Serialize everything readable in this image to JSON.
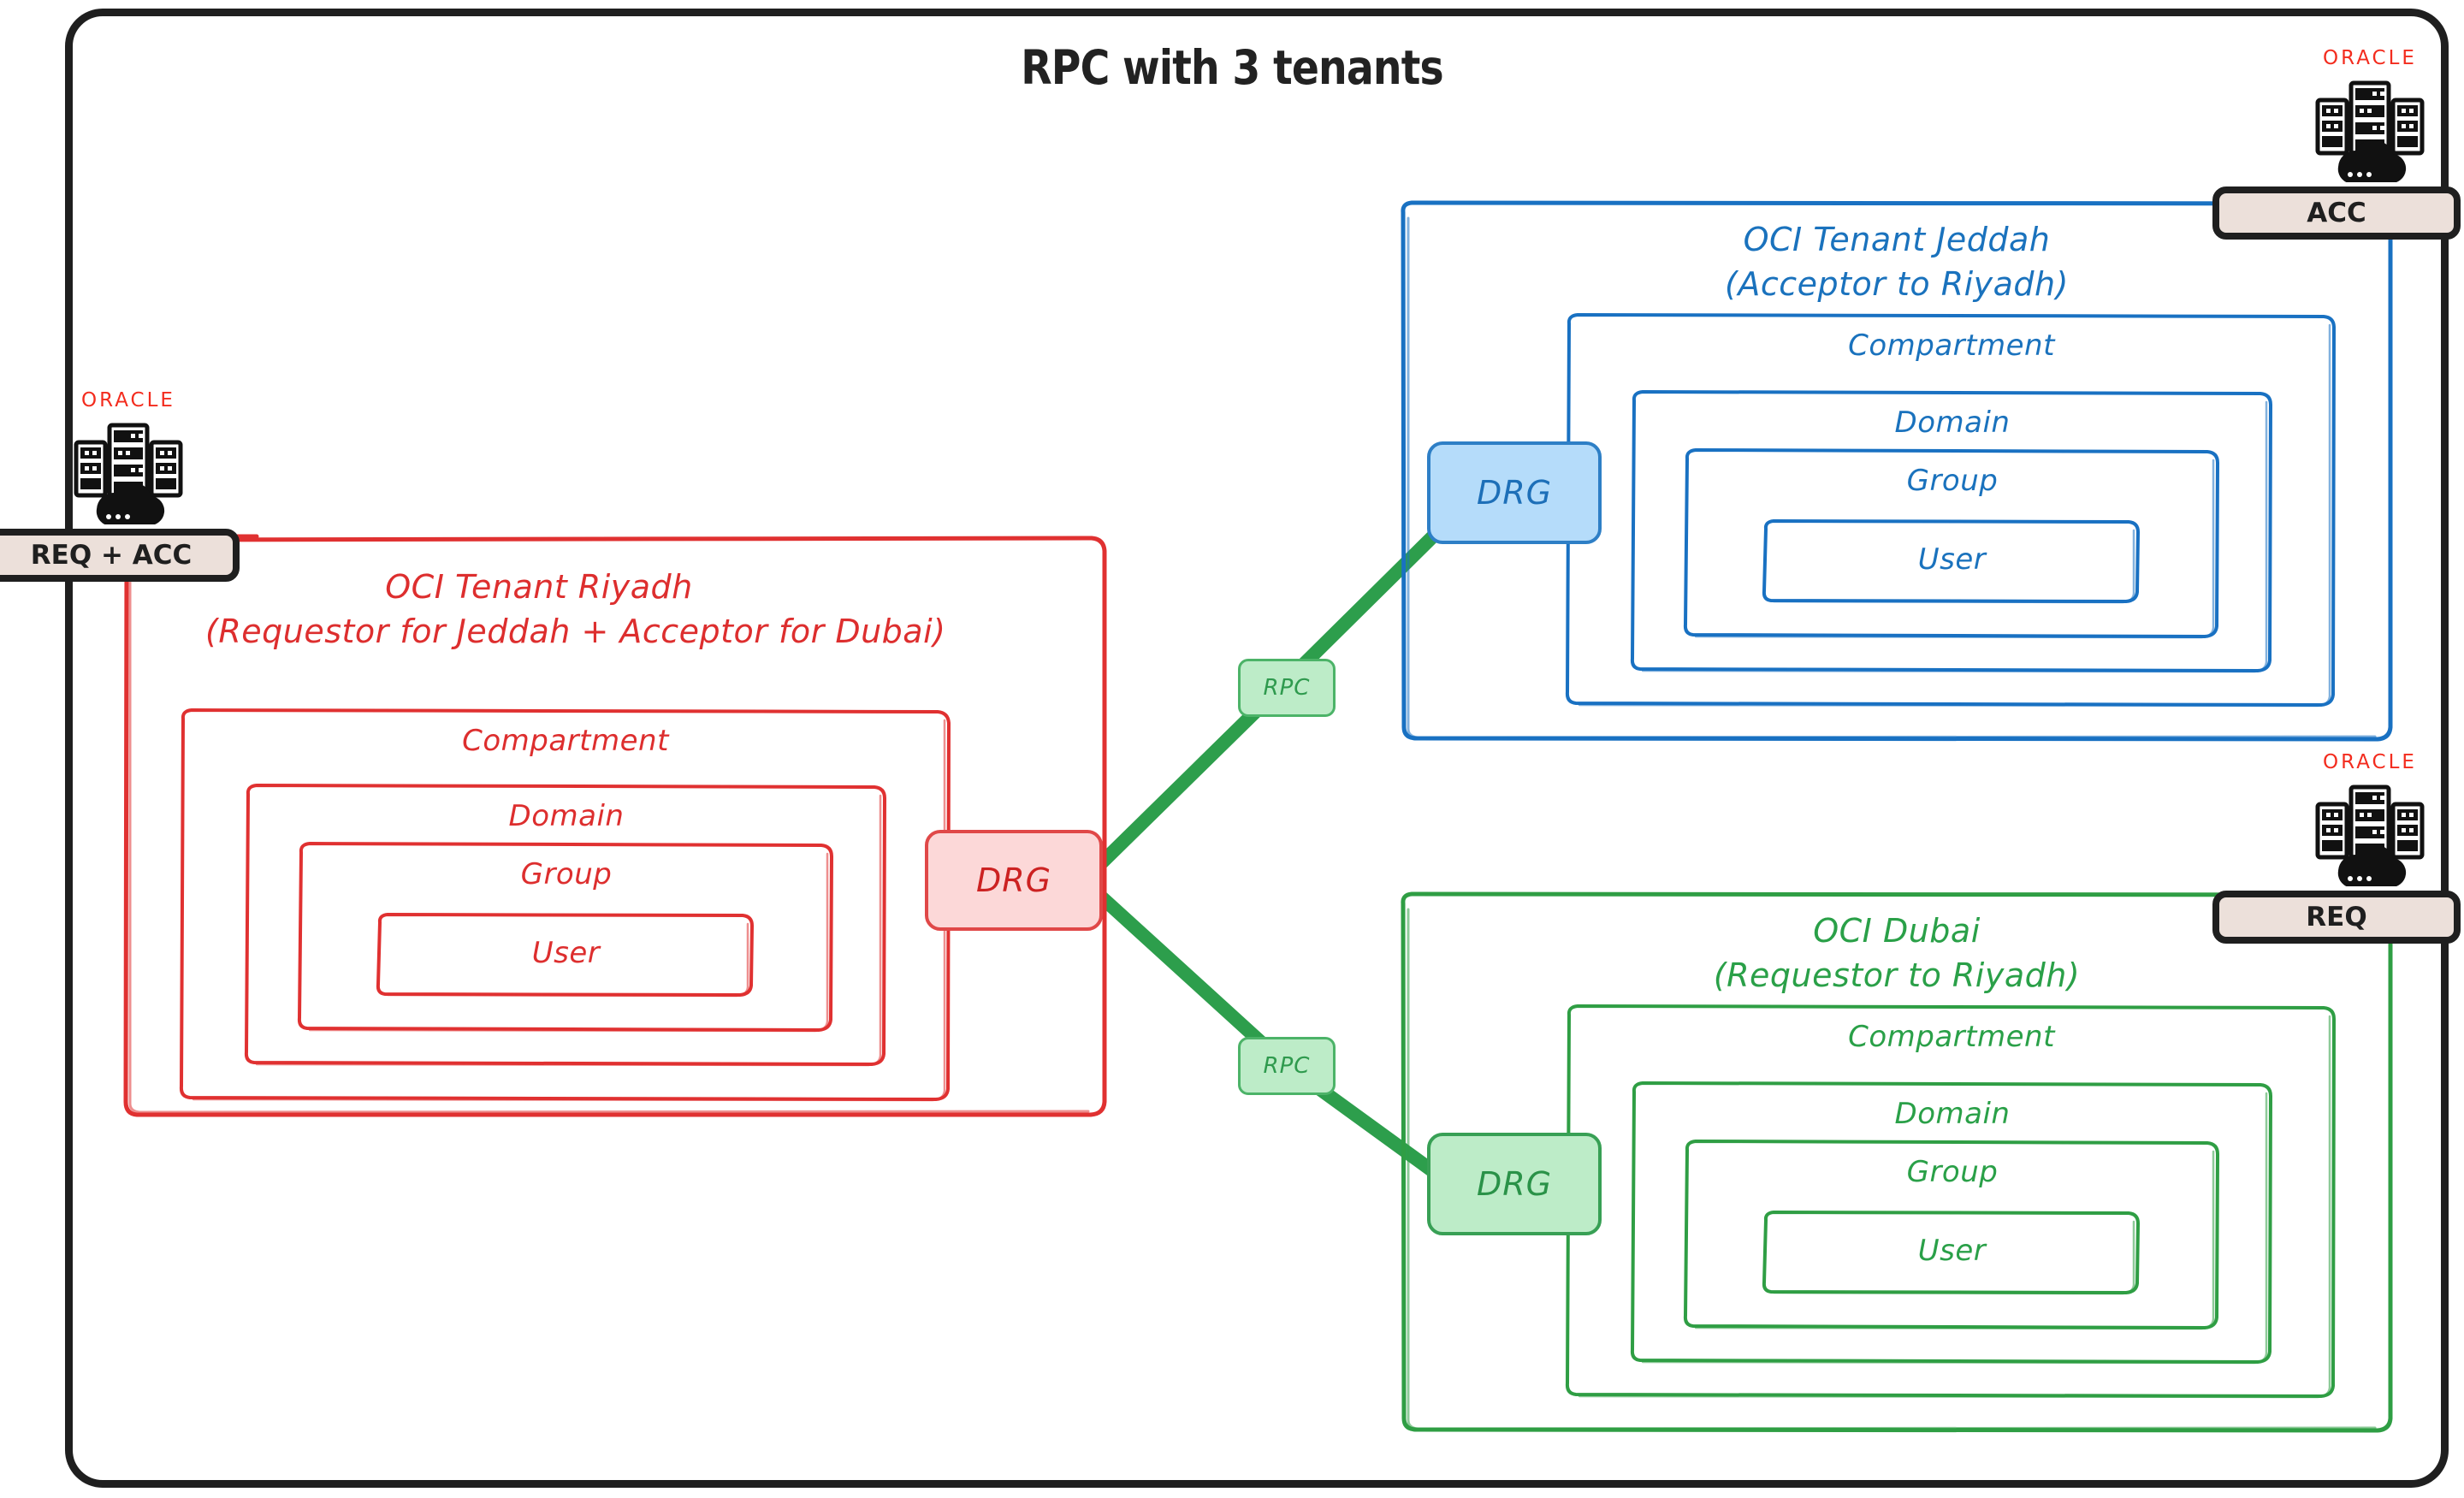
{
  "diagram": {
    "title": "RPC with 3 tenants",
    "colors": {
      "frame": "#1f1f1f",
      "riyadh": "#dd2e2e",
      "jeddah": "#1a72bd",
      "dubai": "#2aa048",
      "rpc_link": "#2d9e4c",
      "badge_fill": "#ece0da",
      "oracle_red": "#f32c1e"
    }
  },
  "nodes": {
    "oracle_word": "ORACLE",
    "req_acc": {
      "badge": "REQ + ACC"
    },
    "acc": {
      "badge": "ACC"
    },
    "req": {
      "badge": "REQ"
    }
  },
  "tenants": [
    {
      "id": "riyadh",
      "name": "OCI Tenant Riyadh",
      "role": "(Requestor for Jeddah + Acceptor for Dubai)",
      "color": "#dd2e2e",
      "drg": "DRG",
      "layers": [
        "Compartment",
        "Domain",
        "Group",
        "User"
      ]
    },
    {
      "id": "jeddah",
      "name": "OCI Tenant Jeddah",
      "role": "(Acceptor to Riyadh)",
      "color": "#1a72bd",
      "drg": "DRG",
      "layers": [
        "Compartment",
        "Domain",
        "Group",
        "User"
      ]
    },
    {
      "id": "dubai",
      "name": "OCI Dubai",
      "role": "(Requestor to Riyadh)",
      "color": "#2aa048",
      "drg": "DRG",
      "layers": [
        "Compartment",
        "Domain",
        "Group",
        "User"
      ]
    }
  ],
  "links": [
    {
      "id": "riyadh-jeddah",
      "label": "RPC",
      "from": "riyadh-drg",
      "to": "jeddah-drg"
    },
    {
      "id": "riyadh-dubai",
      "label": "RPC",
      "from": "riyadh-drg",
      "to": "dubai-drg"
    }
  ]
}
